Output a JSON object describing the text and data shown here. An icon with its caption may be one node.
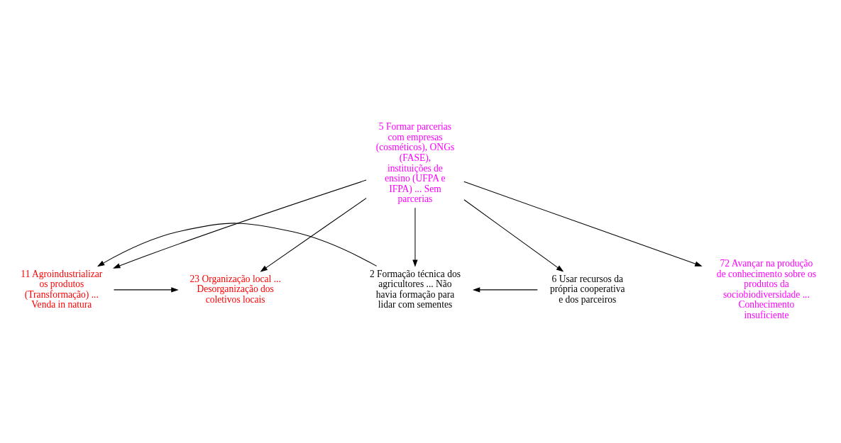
{
  "diagram": {
    "nodes": [
      {
        "text": [
          "11 Agroindustrializar os produtos (Transformação) ... Venda in natura"
        ]
      },
      {
        "text": [
          "23 Organização local ... Desorganização dos coletivos locais"
        ]
      },
      {
        "text": [
          "5 Formar parcerias com empresas (cosméticos), ONGs (FASE), instituições de ensino (UFPA e IFPA) ... Sem parcerias"
        ]
      },
      {
        "text": [
          "2 Formação técnica dos agricultores ... Não havia formação para lidar com sementes"
        ]
      },
      {
        "text": [
          "6 Usar recursos da própria cooperativa e dos parceiros"
        ]
      },
      {
        "text": [
          "72 Avançar na produção de conhecimento sobre os produtos da sociobiodiversidade ... Conhecimento insuficiente"
        ]
      }
    ],
    "edges": [
      {
        "from": 0,
        "to": 1,
        "arrow": "to"
      },
      {
        "from": 2,
        "to": 0,
        "arrow": "to"
      },
      {
        "from": 2,
        "to": 1,
        "arrow": "to"
      },
      {
        "from": 2,
        "to": 3,
        "arrow": "to"
      },
      {
        "from": 2,
        "to": 4,
        "arrow": "to"
      },
      {
        "from": 2,
        "to": 5,
        "arrow": "to"
      },
      {
        "from": 4,
        "to": 3,
        "arrow": "to"
      },
      {
        "from": 3,
        "to": 0,
        "arrow": "to"
      }
    ]
  }
}
